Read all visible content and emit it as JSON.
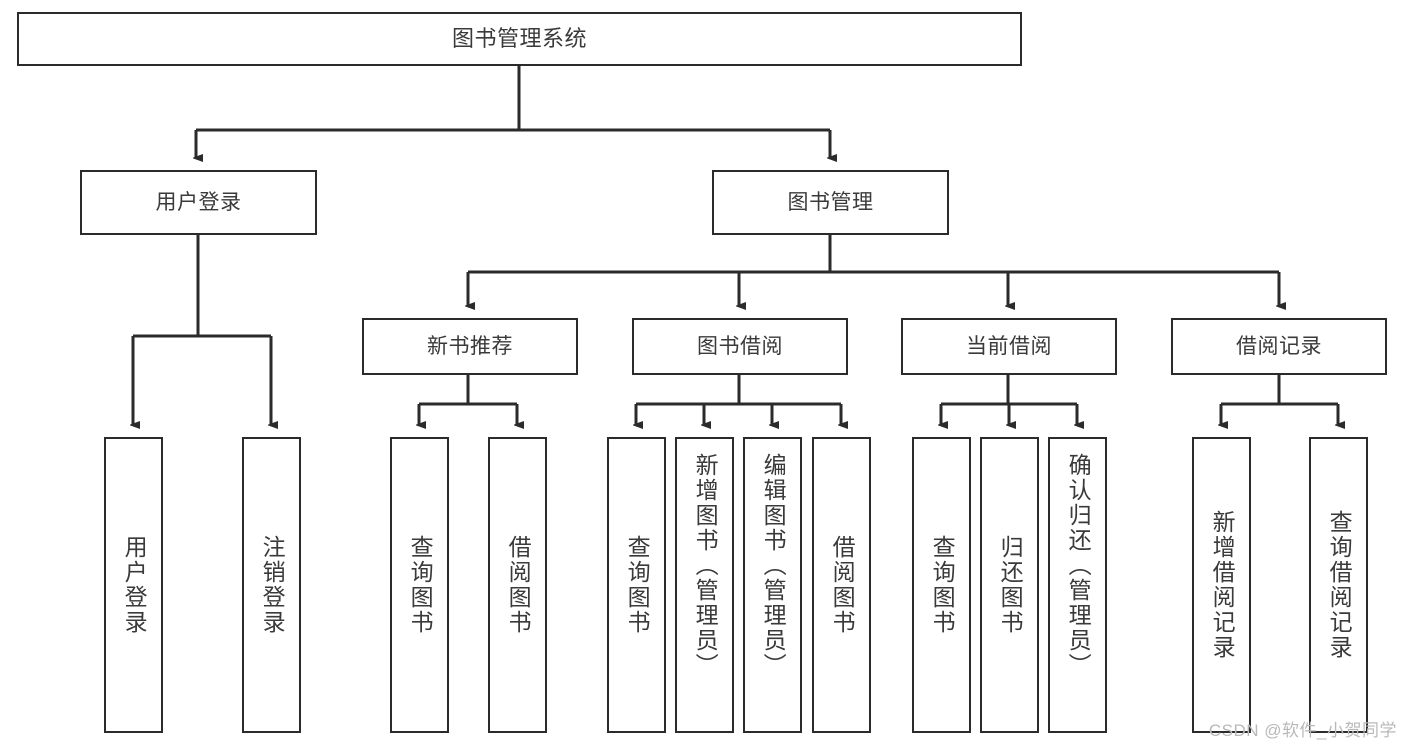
{
  "diagram": {
    "type": "tree-hierarchy-diagram",
    "title": "图书管理系统",
    "watermark": "CSDN @软件_小贺同学",
    "colors": {
      "border": "#2b2b2b",
      "text": "#3a3a3a",
      "background": "#ffffff",
      "connector": "#2b2b2b",
      "watermark": "#b9b9b9"
    },
    "levels": [
      {
        "level": 1,
        "nodes": [
          {
            "id": "root",
            "label": "图书管理系统",
            "orientation": "horizontal"
          }
        ]
      },
      {
        "level": 2,
        "nodes": [
          {
            "id": "user-login",
            "label": "用户登录",
            "orientation": "horizontal",
            "parent": "root"
          },
          {
            "id": "book-manage",
            "label": "图书管理",
            "orientation": "horizontal",
            "parent": "root"
          }
        ]
      },
      {
        "level": 3,
        "nodes": [
          {
            "id": "new-book-recommend",
            "label": "新书推荐",
            "orientation": "horizontal",
            "parent": "book-manage"
          },
          {
            "id": "book-borrow",
            "label": "图书借阅",
            "orientation": "horizontal",
            "parent": "book-manage"
          },
          {
            "id": "current-borrow",
            "label": "当前借阅",
            "orientation": "horizontal",
            "parent": "book-manage"
          },
          {
            "id": "borrow-record",
            "label": "借阅记录",
            "orientation": "horizontal",
            "parent": "book-manage"
          }
        ]
      },
      {
        "level": 4,
        "nodes": [
          {
            "id": "leaf-user-login",
            "label": "用户登录",
            "orientation": "vertical",
            "parent": "user-login"
          },
          {
            "id": "leaf-logout",
            "label": "注销登录",
            "orientation": "vertical",
            "parent": "user-login"
          },
          {
            "id": "leaf-query-book-1",
            "label": "查询图书",
            "orientation": "vertical",
            "parent": "new-book-recommend"
          },
          {
            "id": "leaf-borrow-book-1",
            "label": "借阅图书",
            "orientation": "vertical",
            "parent": "new-book-recommend"
          },
          {
            "id": "leaf-query-book-2",
            "label": "查询图书",
            "orientation": "vertical",
            "parent": "book-borrow"
          },
          {
            "id": "leaf-add-book",
            "label": "新增图书（管理员）",
            "orientation": "vertical",
            "parent": "book-borrow"
          },
          {
            "id": "leaf-edit-book",
            "label": "编辑图书（管理员）",
            "orientation": "vertical",
            "parent": "book-borrow"
          },
          {
            "id": "leaf-borrow-book-2",
            "label": "借阅图书",
            "orientation": "vertical",
            "parent": "book-borrow"
          },
          {
            "id": "leaf-query-book-3",
            "label": "查询图书",
            "orientation": "vertical",
            "parent": "current-borrow"
          },
          {
            "id": "leaf-return-book",
            "label": "归还图书",
            "orientation": "vertical",
            "parent": "current-borrow"
          },
          {
            "id": "leaf-confirm-return",
            "label": "确认归还（管理员）",
            "orientation": "vertical",
            "parent": "current-borrow"
          },
          {
            "id": "leaf-add-record",
            "label": "新增借阅记录",
            "orientation": "vertical",
            "parent": "borrow-record"
          },
          {
            "id": "leaf-query-record",
            "label": "查询借阅记录",
            "orientation": "vertical",
            "parent": "borrow-record"
          }
        ]
      }
    ]
  }
}
